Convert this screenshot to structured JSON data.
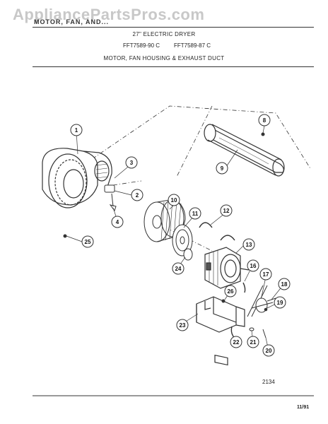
{
  "watermark": "AppliancePartsPros.com",
  "header": {
    "section": "MOTOR, FAN, AND...",
    "title": "27\" ELECTRIC DRYER",
    "model_a": "FFT7589-90 C",
    "model_b": "FFT7589-87 C",
    "subtitle": "MOTOR, FAN HOUSING & EXHAUST DUCT"
  },
  "figure_number": "2134",
  "date": "11/91",
  "callouts": [
    "1",
    "2",
    "3",
    "4",
    "8",
    "9",
    "10",
    "11",
    "12",
    "13",
    "16",
    "17",
    "18",
    "19",
    "20",
    "21",
    "22",
    "23",
    "24",
    "25",
    "26"
  ]
}
